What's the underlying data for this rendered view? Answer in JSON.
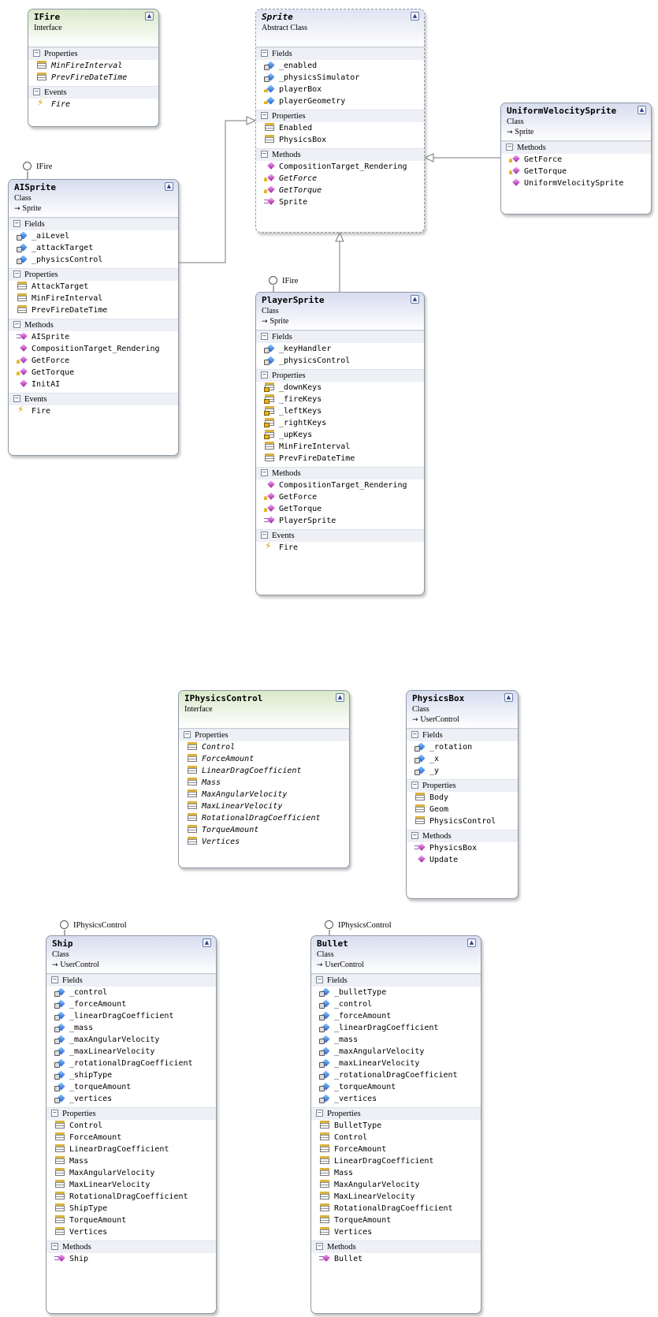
{
  "shapes": {
    "ifire": {
      "name": "IFire",
      "kind": "Interface",
      "italic_name": false,
      "sections": [
        {
          "title": "Properties",
          "members": [
            {
              "icon": "property-icon",
              "name": "MinFireInterval",
              "italic": true
            },
            {
              "icon": "property-icon",
              "name": "PrevFireDateTime",
              "italic": true
            }
          ]
        },
        {
          "title": "Events",
          "members": [
            {
              "icon": "event-icon",
              "name": "Fire",
              "italic": true
            }
          ]
        }
      ]
    },
    "sprite": {
      "name": "Sprite",
      "kind": "Abstract Class",
      "italic_name": true,
      "sections": [
        {
          "title": "Fields",
          "members": [
            {
              "icon": "private-field-icon",
              "name": "_enabled"
            },
            {
              "icon": "private-field-icon",
              "name": "_physicsSimulator"
            },
            {
              "icon": "protected-field-icon",
              "name": "playerBox"
            },
            {
              "icon": "protected-field-icon",
              "name": "playerGeometry"
            }
          ]
        },
        {
          "title": "Properties",
          "members": [
            {
              "icon": "property-icon",
              "name": "Enabled"
            },
            {
              "icon": "property-icon",
              "name": "PhysicsBox"
            }
          ]
        },
        {
          "title": "Methods",
          "members": [
            {
              "icon": "private-method-icon",
              "name": "CompositionTarget_Rendering"
            },
            {
              "icon": "protected-method-icon",
              "name": "GetForce",
              "italic": true
            },
            {
              "icon": "protected-method-icon",
              "name": "GetTorque",
              "italic": true
            },
            {
              "icon": "constructor-icon",
              "name": "Sprite"
            }
          ]
        }
      ]
    },
    "uniform": {
      "name": "UniformVelocitySprite",
      "kind": "Class",
      "base": "Sprite",
      "italic_name": false,
      "sections": [
        {
          "title": "Methods",
          "members": [
            {
              "icon": "protected-method-icon",
              "name": "GetForce"
            },
            {
              "icon": "protected-method-icon",
              "name": "GetTorque"
            },
            {
              "icon": "method-icon",
              "name": "UniformVelocitySprite"
            }
          ]
        }
      ]
    },
    "aisprite": {
      "name": "AISprite",
      "kind": "Class",
      "base": "Sprite",
      "italic_name": false,
      "sections": [
        {
          "title": "Fields",
          "members": [
            {
              "icon": "private-field-icon",
              "name": "_aiLevel"
            },
            {
              "icon": "private-field-icon",
              "name": "_attackTarget"
            },
            {
              "icon": "private-field-icon",
              "name": "_physicsControl"
            }
          ]
        },
        {
          "title": "Properties",
          "members": [
            {
              "icon": "property-icon",
              "name": "AttackTarget"
            },
            {
              "icon": "property-icon",
              "name": "MinFireInterval"
            },
            {
              "icon": "property-icon",
              "name": "PrevFireDateTime"
            }
          ]
        },
        {
          "title": "Methods",
          "members": [
            {
              "icon": "constructor-icon",
              "name": "AISprite"
            },
            {
              "icon": "private-method-icon",
              "name": "CompositionTarget_Rendering"
            },
            {
              "icon": "protected-method-icon",
              "name": "GetForce"
            },
            {
              "icon": "protected-method-icon",
              "name": "GetTorque"
            },
            {
              "icon": "private-method-icon",
              "name": "InitAI"
            }
          ]
        },
        {
          "title": "Events",
          "members": [
            {
              "icon": "event-icon",
              "name": "Fire"
            }
          ]
        }
      ]
    },
    "player": {
      "name": "PlayerSprite",
      "kind": "Class",
      "base": "Sprite",
      "italic_name": false,
      "sections": [
        {
          "title": "Fields",
          "members": [
            {
              "icon": "private-field-icon",
              "name": "_keyHandler"
            },
            {
              "icon": "private-field-icon",
              "name": "_physicsControl"
            }
          ]
        },
        {
          "title": "Properties",
          "members": [
            {
              "icon": "protected-property-icon",
              "name": "_downKeys"
            },
            {
              "icon": "protected-property-icon",
              "name": "_fireKeys"
            },
            {
              "icon": "protected-property-icon",
              "name": "_leftKeys"
            },
            {
              "icon": "protected-property-icon",
              "name": "_rightKeys"
            },
            {
              "icon": "protected-property-icon",
              "name": "_upKeys"
            },
            {
              "icon": "property-icon",
              "name": "MinFireInterval"
            },
            {
              "icon": "property-icon",
              "name": "PrevFireDateTime"
            }
          ]
        },
        {
          "title": "Methods",
          "members": [
            {
              "icon": "private-method-icon",
              "name": "CompositionTarget_Rendering"
            },
            {
              "icon": "protected-method-icon",
              "name": "GetForce"
            },
            {
              "icon": "protected-method-icon",
              "name": "GetTorque"
            },
            {
              "icon": "constructor-icon",
              "name": "PlayerSprite"
            }
          ]
        },
        {
          "title": "Events",
          "members": [
            {
              "icon": "event-icon",
              "name": "Fire"
            }
          ]
        }
      ]
    },
    "iphysics": {
      "name": "IPhysicsControl",
      "kind": "Interface",
      "italic_name": false,
      "sections": [
        {
          "title": "Properties",
          "members": [
            {
              "icon": "property-icon",
              "name": "Control",
              "italic": true
            },
            {
              "icon": "property-icon",
              "name": "ForceAmount",
              "italic": true
            },
            {
              "icon": "property-icon",
              "name": "LinearDragCoefficient",
              "italic": true
            },
            {
              "icon": "property-icon",
              "name": "Mass",
              "italic": true
            },
            {
              "icon": "property-icon",
              "name": "MaxAngularVelocity",
              "italic": true
            },
            {
              "icon": "property-icon",
              "name": "MaxLinearVelocity",
              "italic": true
            },
            {
              "icon": "property-icon",
              "name": "RotationalDragCoefficient",
              "italic": true
            },
            {
              "icon": "property-icon",
              "name": "TorqueAmount",
              "italic": true
            },
            {
              "icon": "property-icon",
              "name": "Vertices",
              "italic": true
            }
          ]
        }
      ]
    },
    "physicsbox": {
      "name": "PhysicsBox",
      "kind": "Class",
      "base": "UserControl",
      "italic_name": false,
      "sections": [
        {
          "title": "Fields",
          "members": [
            {
              "icon": "private-field-icon",
              "name": "_rotation"
            },
            {
              "icon": "private-field-icon",
              "name": "_x"
            },
            {
              "icon": "private-field-icon",
              "name": "_y"
            }
          ]
        },
        {
          "title": "Properties",
          "members": [
            {
              "icon": "property-icon",
              "name": "Body"
            },
            {
              "icon": "property-icon",
              "name": "Geom"
            },
            {
              "icon": "property-icon",
              "name": "PhysicsControl"
            }
          ]
        },
        {
          "title": "Methods",
          "members": [
            {
              "icon": "constructor-icon",
              "name": "PhysicsBox"
            },
            {
              "icon": "method-icon",
              "name": "Update"
            }
          ]
        }
      ]
    },
    "ship": {
      "name": "Ship",
      "kind": "Class",
      "base": "UserControl",
      "italic_name": false,
      "sections": [
        {
          "title": "Fields",
          "members": [
            {
              "icon": "private-field-icon",
              "name": "_control"
            },
            {
              "icon": "private-field-icon",
              "name": "_forceAmount"
            },
            {
              "icon": "private-field-icon",
              "name": "_linearDragCoefficient"
            },
            {
              "icon": "private-field-icon",
              "name": "_mass"
            },
            {
              "icon": "private-field-icon",
              "name": "_maxAngularVelocity"
            },
            {
              "icon": "private-field-icon",
              "name": "_maxLinearVelocity"
            },
            {
              "icon": "private-field-icon",
              "name": "_rotationalDragCoefficient"
            },
            {
              "icon": "private-field-icon",
              "name": "_shipType"
            },
            {
              "icon": "private-field-icon",
              "name": "_torqueAmount"
            },
            {
              "icon": "private-field-icon",
              "name": "_vertices"
            }
          ]
        },
        {
          "title": "Properties",
          "members": [
            {
              "icon": "property-icon",
              "name": "Control"
            },
            {
              "icon": "property-icon",
              "name": "ForceAmount"
            },
            {
              "icon": "property-icon",
              "name": "LinearDragCoefficient"
            },
            {
              "icon": "property-icon",
              "name": "Mass"
            },
            {
              "icon": "property-icon",
              "name": "MaxAngularVelocity"
            },
            {
              "icon": "property-icon",
              "name": "MaxLinearVelocity"
            },
            {
              "icon": "property-icon",
              "name": "RotationalDragCoefficient"
            },
            {
              "icon": "property-icon",
              "name": "ShipType"
            },
            {
              "icon": "property-icon",
              "name": "TorqueAmount"
            },
            {
              "icon": "property-icon",
              "name": "Vertices"
            }
          ]
        },
        {
          "title": "Methods",
          "members": [
            {
              "icon": "constructor-icon",
              "name": "Ship"
            }
          ]
        }
      ]
    },
    "bullet": {
      "name": "Bullet",
      "kind": "Class",
      "base": "UserControl",
      "italic_name": false,
      "sections": [
        {
          "title": "Fields",
          "members": [
            {
              "icon": "private-field-icon",
              "name": "_bulletType"
            },
            {
              "icon": "private-field-icon",
              "name": "_control"
            },
            {
              "icon": "private-field-icon",
              "name": "_forceAmount"
            },
            {
              "icon": "private-field-icon",
              "name": "_linearDragCoefficient"
            },
            {
              "icon": "private-field-icon",
              "name": "_mass"
            },
            {
              "icon": "private-field-icon",
              "name": "_maxAngularVelocity"
            },
            {
              "icon": "private-field-icon",
              "name": "_maxLinearVelocity"
            },
            {
              "icon": "private-field-icon",
              "name": "_rotationalDragCoefficient"
            },
            {
              "icon": "private-field-icon",
              "name": "_torqueAmount"
            },
            {
              "icon": "private-field-icon",
              "name": "_vertices"
            }
          ]
        },
        {
          "title": "Properties",
          "members": [
            {
              "icon": "property-icon",
              "name": "BulletType"
            },
            {
              "icon": "property-icon",
              "name": "Control"
            },
            {
              "icon": "property-icon",
              "name": "ForceAmount"
            },
            {
              "icon": "property-icon",
              "name": "LinearDragCoefficient"
            },
            {
              "icon": "property-icon",
              "name": "Mass"
            },
            {
              "icon": "property-icon",
              "name": "MaxAngularVelocity"
            },
            {
              "icon": "property-icon",
              "name": "MaxLinearVelocity"
            },
            {
              "icon": "property-icon",
              "name": "RotationalDragCoefficient"
            },
            {
              "icon": "property-icon",
              "name": "TorqueAmount"
            },
            {
              "icon": "property-icon",
              "name": "Vertices"
            }
          ]
        },
        {
          "title": "Methods",
          "members": [
            {
              "icon": "constructor-icon",
              "name": "Bullet"
            }
          ]
        }
      ]
    }
  },
  "lollipops": {
    "aisprite": "IFire",
    "player": "IFire",
    "ship": "IPhysicsControl",
    "bullet": "IPhysicsControl"
  },
  "colors": {
    "class_header": "#d7dcef",
    "interface_header": "#d9e8c9",
    "border": "#8f9aa6",
    "connector": "#7a7a7a"
  }
}
